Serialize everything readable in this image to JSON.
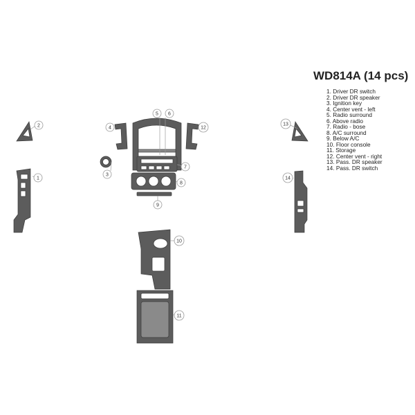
{
  "kit": {
    "title": "WD814A (14 pcs)"
  },
  "legend": [
    "1. Driver DR switch",
    "2. Driver DR speaker",
    "3. Ignition key",
    "4. Center vent - left",
    "5. Radio surround",
    "6. Above radio",
    "7. Radio - bose",
    "8. A/C surround",
    "9. Below A/C",
    "10. Floor console",
    "11. Storage",
    "12. Center vent - right",
    "13. Pass. DR speaker",
    "14. Pass. DR switch"
  ],
  "callouts": [
    "1",
    "2",
    "3",
    "4",
    "5",
    "6",
    "7",
    "8",
    "9",
    "10",
    "11",
    "12",
    "13",
    "14"
  ],
  "colors": {
    "trim_fill": "#5c5c5c",
    "trim_outline": "#3a3a3a",
    "callout_stroke": "#999999"
  }
}
